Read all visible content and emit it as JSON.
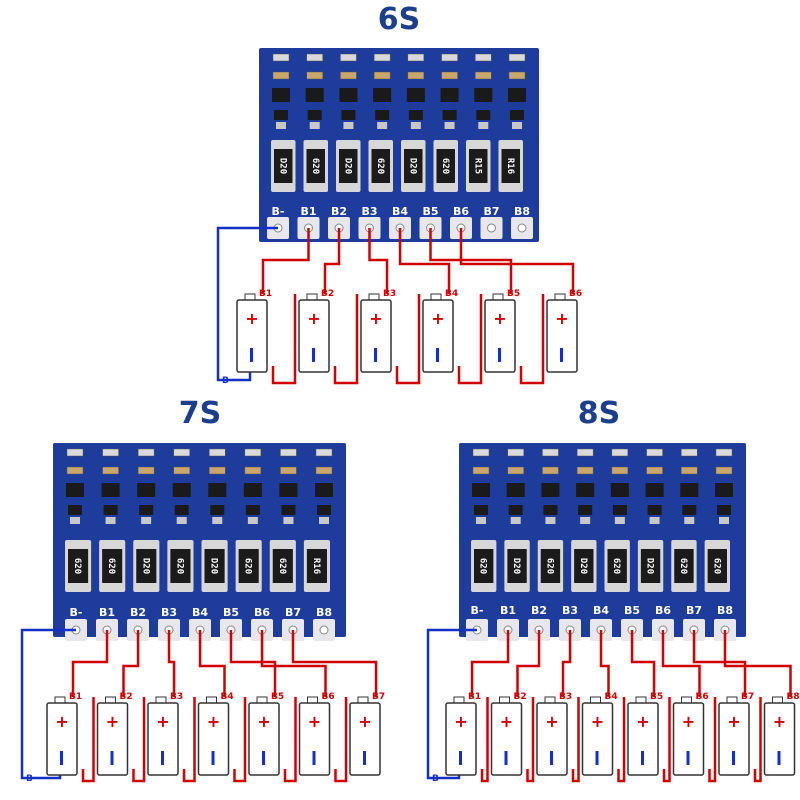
{
  "colors": {
    "pcb": "#1d3c9c",
    "pcb_dark": "#142a73",
    "pad": "#e8e8ec",
    "resistor": "#1b1b1b",
    "positive_wire": "#d00000",
    "negative_wire": "#1530c8",
    "title": "#1c3f8c"
  },
  "boards": [
    {
      "id": "6s",
      "title": "6S",
      "series_cells": 6,
      "pad_labels": [
        "B-",
        "B1",
        "B2",
        "B3",
        "B4",
        "B5",
        "B6",
        "B7",
        "B8"
      ],
      "resistor_labels": [
        "D20",
        "620",
        "D20",
        "620",
        "D20",
        "620",
        "R15",
        "R16"
      ],
      "battery_labels": [
        "B1",
        "B2",
        "B3",
        "B4",
        "B5",
        "B6"
      ],
      "negative_label": "B-"
    },
    {
      "id": "7s",
      "title": "7S",
      "series_cells": 7,
      "pad_labels": [
        "B-",
        "B1",
        "B2",
        "B3",
        "B4",
        "B5",
        "B6",
        "B7",
        "B8"
      ],
      "resistor_labels": [
        "620",
        "620",
        "D20",
        "620",
        "D20",
        "620",
        "620",
        "R16"
      ],
      "battery_labels": [
        "B1",
        "B2",
        "B3",
        "B4",
        "B5",
        "B6",
        "B7"
      ],
      "negative_label": "B-"
    },
    {
      "id": "8s",
      "title": "8S",
      "series_cells": 8,
      "pad_labels": [
        "B-",
        "B1",
        "B2",
        "B3",
        "B4",
        "B5",
        "B6",
        "B7",
        "B8"
      ],
      "resistor_labels": [
        "620",
        "D20",
        "620",
        "D20",
        "620",
        "D20",
        "620",
        "620"
      ],
      "battery_labels": [
        "B1",
        "B2",
        "B3",
        "B4",
        "B5",
        "B6",
        "B7",
        "B8"
      ],
      "negative_label": "B-"
    }
  ]
}
